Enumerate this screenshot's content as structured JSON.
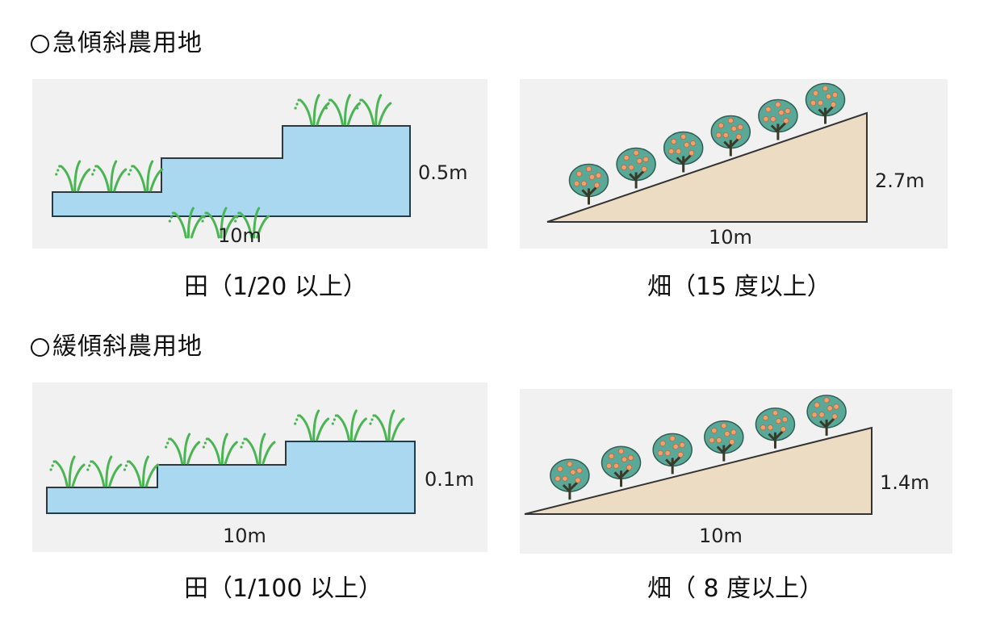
{
  "sections": [
    {
      "title": "急傾斜農用地",
      "rice": {
        "height": "0.5m",
        "width": "10m",
        "caption": "田（1/20 以上）"
      },
      "field": {
        "height": "2.7m",
        "width": "10m",
        "caption": "畑（15 度以上）"
      }
    },
    {
      "title": "緩傾斜農用地",
      "rice": {
        "height": "0.1m",
        "width": "10m",
        "caption": "田（1/100 以上）"
      },
      "field": {
        "height": "1.4m",
        "width": "10m",
        "caption": "畑（ 8 度以上）"
      }
    }
  ],
  "colors": {
    "panel_bg": "#f1f1f1",
    "paddy_water": "#a9d8f0",
    "slope_soil": "#eddcc4",
    "rice_plant": "#49b553",
    "tree_foliage": "#5aa898",
    "fruit": "#f0a06a"
  }
}
